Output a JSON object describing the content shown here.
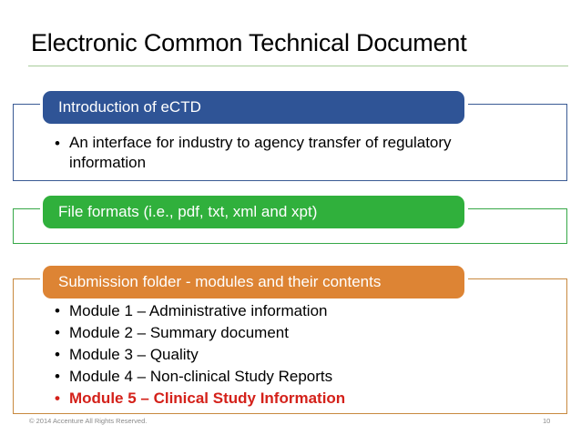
{
  "slide": {
    "title": "Electronic Common Technical Document",
    "rule_color": "#a8cc9a"
  },
  "sections": [
    {
      "id": "intro",
      "header": "Introduction of eCTD",
      "accent_color": "#2f5496",
      "border_color": "#3a5a94",
      "bullets": [
        "An interface for industry to agency transfer of regulatory information"
      ]
    },
    {
      "id": "fileformats",
      "header": "File formats (i.e., pdf, txt, xml and xpt)",
      "accent_color": "#30b03c",
      "border_color": "#36a847",
      "bullets": []
    },
    {
      "id": "submission",
      "header": "Submission folder - modules and their contents",
      "accent_color": "#dd8434",
      "border_color": "#c8893f",
      "bullets": [
        "Module 1 – Administrative information",
        "Module 2 – Summary document",
        "Module 3 – Quality",
        "Module 4 – Non-clinical Study Reports",
        "Module 5 – Clinical Study Information"
      ],
      "highlight_index": 4,
      "highlight_color": "#d4211a"
    }
  ],
  "bullet_glyph": "•",
  "footer": {
    "copyright": "© 2014 Accenture  All Rights Reserved.",
    "page_number": "10"
  }
}
